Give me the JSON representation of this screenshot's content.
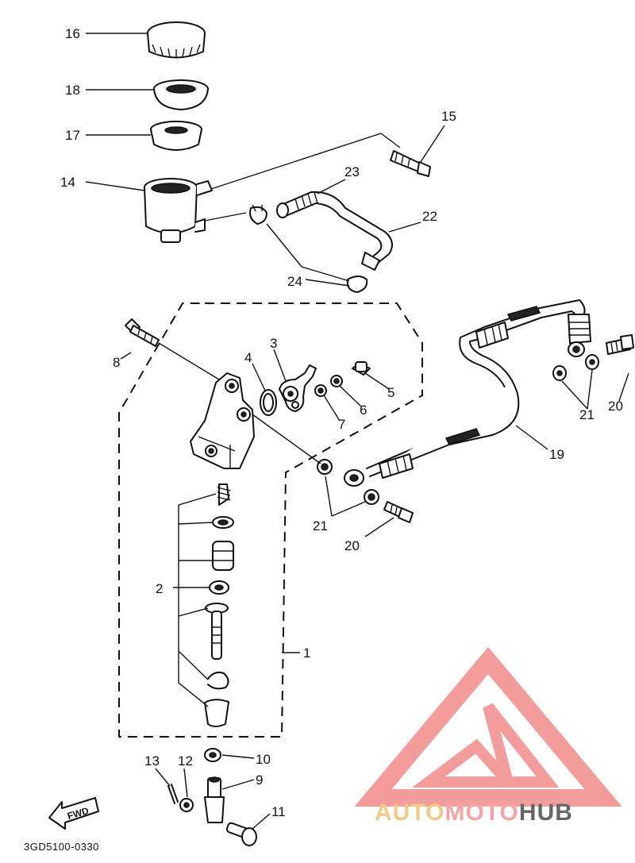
{
  "callouts": {
    "c1": "1",
    "c2": "2",
    "c3": "3",
    "c4": "4",
    "c5": "5",
    "c6": "6",
    "c7": "7",
    "c8": "8",
    "c9": "9",
    "c10": "10",
    "c11": "11",
    "c12": "12",
    "c13": "13",
    "c14": "14",
    "c15": "15",
    "c16": "16",
    "c17": "17",
    "c18": "18",
    "c19": "19",
    "c20a": "20",
    "c20b": "20",
    "c21a": "21",
    "c21b": "21",
    "c22": "22",
    "c23": "23",
    "c24": "24"
  },
  "fwd_label": "FWD",
  "diagram_code": "3GD5100-0330",
  "watermark": {
    "part1": "AUTO",
    "part2": "MOTO",
    "part3": "HUB",
    "colors": {
      "auto": "#f3c98a",
      "moto": "#f5a3a3",
      "hub": "#666666",
      "triangle": "#f28b8b"
    }
  }
}
